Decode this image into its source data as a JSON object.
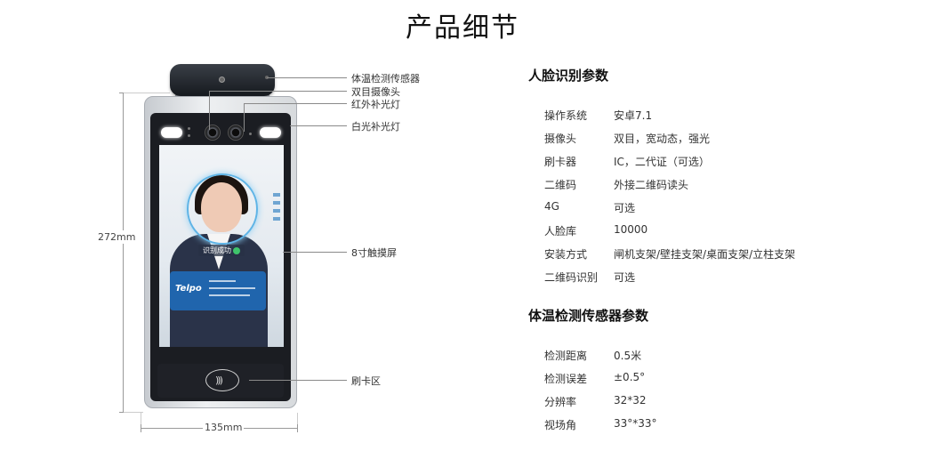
{
  "page": {
    "title": "产品细节"
  },
  "diagram": {
    "callouts": [
      {
        "label": "体温检测传感器"
      },
      {
        "label": "双目摄像头"
      },
      {
        "label": "红外补光灯"
      },
      {
        "label": "白光补光灯"
      },
      {
        "label": "8寸触摸屏"
      },
      {
        "label": "刷卡区"
      }
    ],
    "dimensions": {
      "height": "272mm",
      "width": "135mm"
    },
    "screen": {
      "status_text": "识别成功",
      "brand": "Telpo"
    }
  },
  "face_params": {
    "title": "人脸识别参数",
    "rows": [
      {
        "key": "操作系统",
        "value": "安卓7.1"
      },
      {
        "key": "摄像头",
        "value": "双目，宽动态，强光"
      },
      {
        "key": "刷卡器",
        "value": "IC，二代证（可选）"
      },
      {
        "key": "二维码",
        "value": "外接二维码读头"
      },
      {
        "key": "4G",
        "value": "可选"
      },
      {
        "key": "人脸库",
        "value": "10000"
      },
      {
        "key": "安装方式",
        "value": "闸机支架/壁挂支架/桌面支架/立柱支架"
      },
      {
        "key": "二维码识别",
        "value": "可选"
      }
    ]
  },
  "temp_params": {
    "title": "体温检测传感器参数",
    "rows": [
      {
        "key": "检测距离",
        "value": "0.5米"
      },
      {
        "key": "检测误差",
        "value": "±0.5°"
      },
      {
        "key": "分辨率",
        "value": "32*32"
      },
      {
        "key": "视场角",
        "value": "33°*33°"
      }
    ]
  }
}
